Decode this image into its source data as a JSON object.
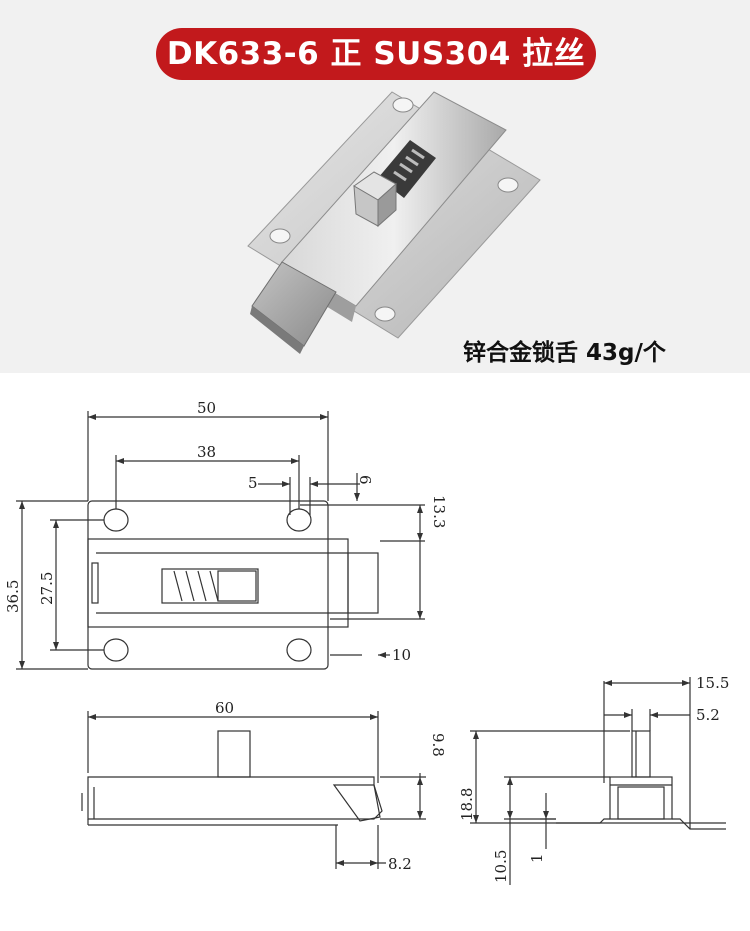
{
  "title": "DK633-6 正 SUS304 拉丝",
  "caption": "锌合金锁舌  43g/个",
  "colors": {
    "title_bg": "#c2191c",
    "photo_bg": "#f1f1f1",
    "line": "#333333"
  },
  "dimensions": {
    "d50": "50",
    "d38": "38",
    "d5": "5",
    "d6": "6",
    "d13_3": "13.3",
    "d36_5": "36.5",
    "d27_5": "27.5",
    "d10": "10",
    "d60": "60",
    "d9_8": "9.8",
    "d8_2": "8.2",
    "d15_5": "15.5",
    "d5_2": "5.2",
    "d18_8": "18.8",
    "d10_5": "10.5",
    "d1": "1"
  }
}
